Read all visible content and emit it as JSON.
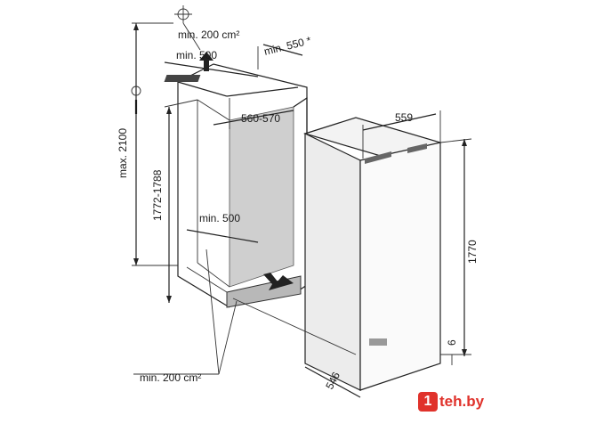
{
  "dimensions": {
    "vent_top": "min. 200 cm²",
    "depth_top": "min. 500",
    "width_top": "min. 550 *",
    "niche_height_total": "max. 2100",
    "niche_height": "1772-1788",
    "niche_width": "560-570",
    "appliance_width": "559",
    "appliance_height": "1770",
    "base_depth": "min. 500",
    "vent_bottom": "min. 200 cm²",
    "appliance_depth": "546",
    "gap": "6"
  },
  "watermark": {
    "mark": "1",
    "text": "teh.by"
  }
}
